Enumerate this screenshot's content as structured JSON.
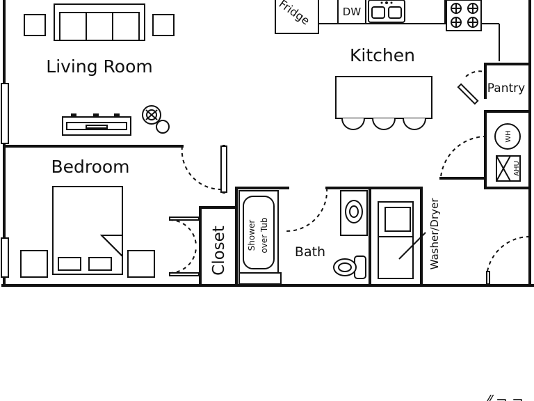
{
  "rooms": {
    "living": "Living Room",
    "kitchen": "Kitchen",
    "bedroom": "Bedroom",
    "bath": "Bath",
    "closet": "Closet",
    "pantry": "Pantry"
  },
  "fixtures": {
    "fridge": "Fridge",
    "dishwasher": "DW",
    "water_heater": "WH",
    "air_handler": "AHU",
    "shower_line1": "Shower",
    "shower_line2": "over Tub",
    "washer_dryer": "Washer/Dryer"
  },
  "footer": {
    "partial_text": "⁄⁄ ¬ ¬"
  }
}
